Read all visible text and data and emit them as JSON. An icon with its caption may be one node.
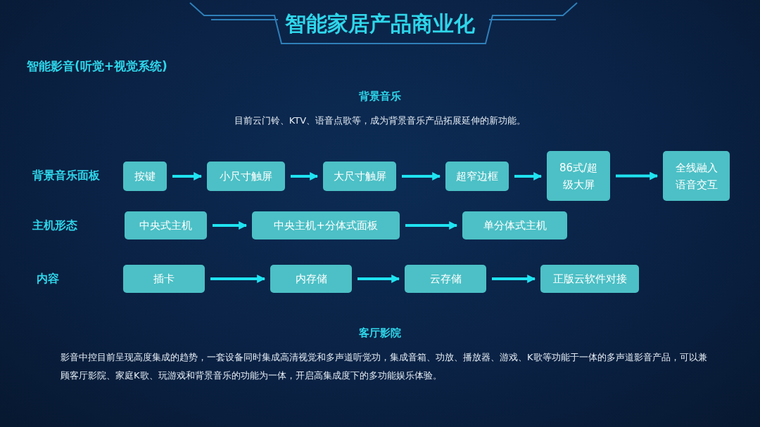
{
  "diagram": {
    "title": "智能家居产品商业化",
    "nodes": [
      {
        "text": [
          "按键"
        ]
      },
      {
        "text": [
          "小尺寸触屏"
        ]
      },
      {
        "text": [
          "大尺寸触屏"
        ]
      },
      {
        "text": [
          "超窄边框"
        ]
      },
      {
        "text": [
          "86式/超级大屏"
        ]
      },
      {
        "text": [
          "全线融入语音交互"
        ]
      },
      {
        "text": [
          "中央式主机"
        ]
      },
      {
        "text": [
          "中央主机+分体式面板"
        ]
      },
      {
        "text": [
          "单分体式主机"
        ]
      },
      {
        "text": [
          "插卡"
        ]
      },
      {
        "text": [
          "内存储"
        ]
      },
      {
        "text": [
          "云存储"
        ]
      },
      {
        "text": [
          "正版云软件对接"
        ]
      }
    ],
    "edges": [
      {
        "from": 0,
        "to": 1,
        "arrow": "to"
      },
      {
        "from": 1,
        "to": 2,
        "arrow": "to"
      },
      {
        "from": 2,
        "to": 3,
        "arrow": "to"
      },
      {
        "from": 3,
        "to": 4,
        "arrow": "to"
      },
      {
        "from": 4,
        "to": 5,
        "arrow": "to"
      },
      {
        "from": 6,
        "to": 7,
        "arrow": "to"
      },
      {
        "from": 7,
        "to": 8,
        "arrow": "to"
      },
      {
        "from": 9,
        "to": 10,
        "arrow": "to"
      },
      {
        "from": 10,
        "to": 11,
        "arrow": "to"
      },
      {
        "from": 11,
        "to": 12,
        "arrow": "to"
      }
    ],
    "labels": [
      "智能影音(听觉+视觉系统)",
      "背景音乐",
      "目前云门铃、KTV、语音点歌等，成为背景音乐产品拓展延伸的新功能。",
      "背景音乐面板",
      "主机形态",
      "内容",
      "客厅影院",
      "影音中控目前呈现高度集成的趋势，一套设备同时集成高清视觉和多声道听觉功，集成音箱、功放、播放器、游戏、K歌等功能于一体的多声道影音产品，可以兼顾客厅影院、家庭K歌、玩游戏和背景音乐的功能为一体，开启高集成度下的多功能娱乐体验。"
    ]
  }
}
